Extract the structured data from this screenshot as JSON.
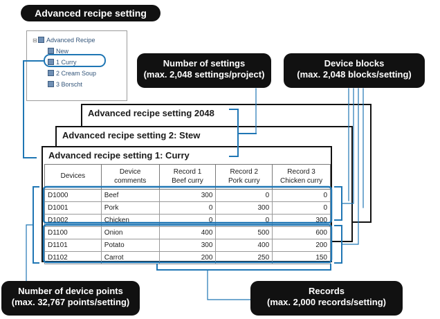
{
  "title": "Advanced recipe setting",
  "tree": {
    "items": [
      {
        "label": "Advanced Recipe",
        "expander": "⊟"
      },
      {
        "label": "New",
        "expander": ""
      },
      {
        "label": "1 Curry",
        "expander": ""
      },
      {
        "label": "2 Cream Soup",
        "expander": ""
      },
      {
        "label": "3 Borscht",
        "expander": ""
      }
    ]
  },
  "callouts": {
    "settings": {
      "line1": "Number of settings",
      "line2": "(max. 2,048 settings/project)"
    },
    "blocks": {
      "line1": "Device blocks",
      "line2": "(max. 2,048 blocks/setting)"
    },
    "points": {
      "line1": "Number of device points",
      "line2": "(max. 32,767 points/setting)"
    },
    "records": {
      "line1": "Records",
      "line2": "(max. 2,000 records/setting)"
    }
  },
  "sheets": {
    "back": "Advanced recipe setting 2048",
    "middle": "Advanced recipe setting 2: Stew",
    "front": "Advanced recipe setting 1: Curry"
  },
  "table": {
    "headers": [
      {
        "l1": "Devices",
        "l2": ""
      },
      {
        "l1": "Device",
        "l2": "comments"
      },
      {
        "l1": "Record 1",
        "l2": "Beef curry"
      },
      {
        "l1": "Record 2",
        "l2": "Pork curry"
      },
      {
        "l1": "Record 3",
        "l2": "Chicken curry"
      }
    ],
    "rows": [
      [
        "D1000",
        "Beef",
        "300",
        "0",
        "0"
      ],
      [
        "D1001",
        "Pork",
        "0",
        "300",
        "0"
      ],
      [
        "D1002",
        "Chicken",
        "0",
        "0",
        "300"
      ],
      [
        "D1100",
        "Onion",
        "400",
        "500",
        "600"
      ],
      [
        "D1101",
        "Potato",
        "300",
        "400",
        "200"
      ],
      [
        "D1102",
        "Carrot",
        "200",
        "250",
        "150"
      ]
    ]
  },
  "colors": {
    "accent": "#1f76b4",
    "pill": "#111111"
  }
}
